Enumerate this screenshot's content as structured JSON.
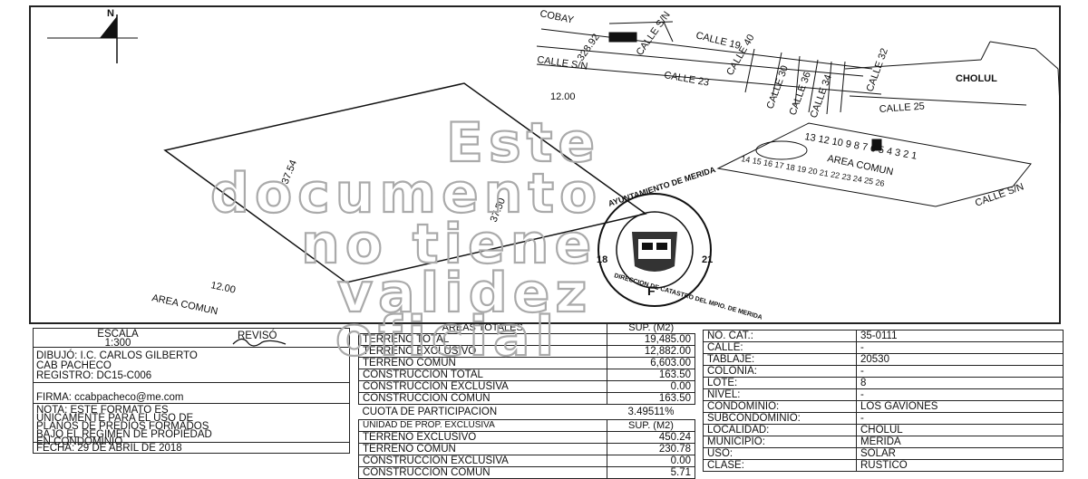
{
  "plan": {
    "north": "N",
    "side_top": "12.00",
    "side_left": "37.54",
    "side_right": "37.50",
    "side_bottom": "12.00",
    "area_comun": "AREA COMUN",
    "locality_label": "CHOLUL",
    "streets": [
      "COBAY",
      "328.92",
      "CALLE S/N",
      "CALLE 19",
      "CALLE 40",
      "CALLE S/N",
      "CALLE 23",
      "CALLE 32",
      "CALLE 25",
      "CALLE 30",
      "CALLE 36",
      "CALLE 34",
      "CALLE S/N"
    ],
    "lots_top": [
      "13",
      "12",
      "10",
      "9",
      "8",
      "7",
      "6",
      "5",
      "4",
      "3",
      "2",
      "1"
    ],
    "lots_bottom": [
      "14",
      "15",
      "16",
      "17",
      "18",
      "19",
      "20",
      "21",
      "22",
      "23",
      "24",
      "25",
      "26"
    ],
    "area_comun_small": "AREA COMUN",
    "seal": {
      "top_text": "AYUNTAMIENTO DE MERIDA",
      "bottom_text": "DIRECCION DE CATASTRO DEL MPIO. DE MERIDA",
      "left_num": "18",
      "right_num": "21",
      "center": "F"
    },
    "watermark": [
      "Este",
      "documento",
      "no tiene",
      "validez",
      "oficial"
    ]
  },
  "left_box": {
    "escala_label": "ESCALA",
    "escala_value": "1:300",
    "reviso_label": "REVISÓ",
    "dibujo": "DIBUJÓ: I.C. CARLOS GILBERTO",
    "dibujo2": "CAB PACHECO",
    "registro": "REGISTRO: DC15-C006",
    "firma": "FIRMA: ccabpacheco@me.com",
    "nota1": "NOTA: ESTE FORMATO ES",
    "nota2": "UNICAMENTE PARA EL USO DE",
    "nota3": "PLANOS DE PREDIOS FORMADOS",
    "nota4": "BAJO EL REGIMEN DE PROPIEDAD",
    "nota5": "EN CONDOMINIO",
    "fecha": "FECHA: 29 DE ABRIL DE 2018"
  },
  "areas": {
    "header_label": "AREAS TOTALES",
    "header_unit": "SUP. (M2)",
    "rows": [
      {
        "label": "TERRENO TOTAL",
        "value": "19,485.00"
      },
      {
        "label": "TERRENO EXCLUSIVO",
        "value": "12,882.00"
      },
      {
        "label": "TERRENO COMUN",
        "value": "6,603.00"
      },
      {
        "label": "CONSTRUCCION TOTAL",
        "value": "163.50"
      },
      {
        "label": "CONSTRUCCION EXCLUSIVA",
        "value": "0.00"
      },
      {
        "label": "CONSTRUCCION COMUN",
        "value": "163.50"
      }
    ],
    "cuota_label": "CUOTA DE PARTICIPACION",
    "cuota_value": "3.49511%",
    "unit_label": "UNIDAD DE PROP. EXCLUSIVA",
    "unit_unit": "SUP. (M2)",
    "unit_rows": [
      {
        "label": "TERRENO EXCLUSIVO",
        "value": "450.24"
      },
      {
        "label": "TERRENO COMUN",
        "value": "230.78"
      },
      {
        "label": "CONSTRUCCION EXCLUSIVA",
        "value": "0.00"
      },
      {
        "label": "CONSTRUCCION COMUN",
        "value": "5.71"
      }
    ]
  },
  "info": {
    "rows": [
      {
        "label": "NO. CAT.:",
        "value": "35-0111"
      },
      {
        "label": "CALLE:",
        "value": "-"
      },
      {
        "label": "TABLAJE:",
        "value": "20530"
      },
      {
        "label": "COLONIA:",
        "value": "-"
      },
      {
        "label": "LOTE:",
        "value": "8"
      },
      {
        "label": "NIVEL:",
        "value": "-"
      },
      {
        "label": "CONDOMINIO:",
        "value": "LOS GAVIONES"
      },
      {
        "label": "SUBCONDOMINIO:",
        "value": "-"
      },
      {
        "label": "LOCALIDAD:",
        "value": "CHOLUL"
      },
      {
        "label": "MUNICIPIO:",
        "value": "MERIDA"
      },
      {
        "label": "USO:",
        "value": "SOLAR"
      },
      {
        "label": "CLASE:",
        "value": "RUSTICO"
      }
    ]
  }
}
